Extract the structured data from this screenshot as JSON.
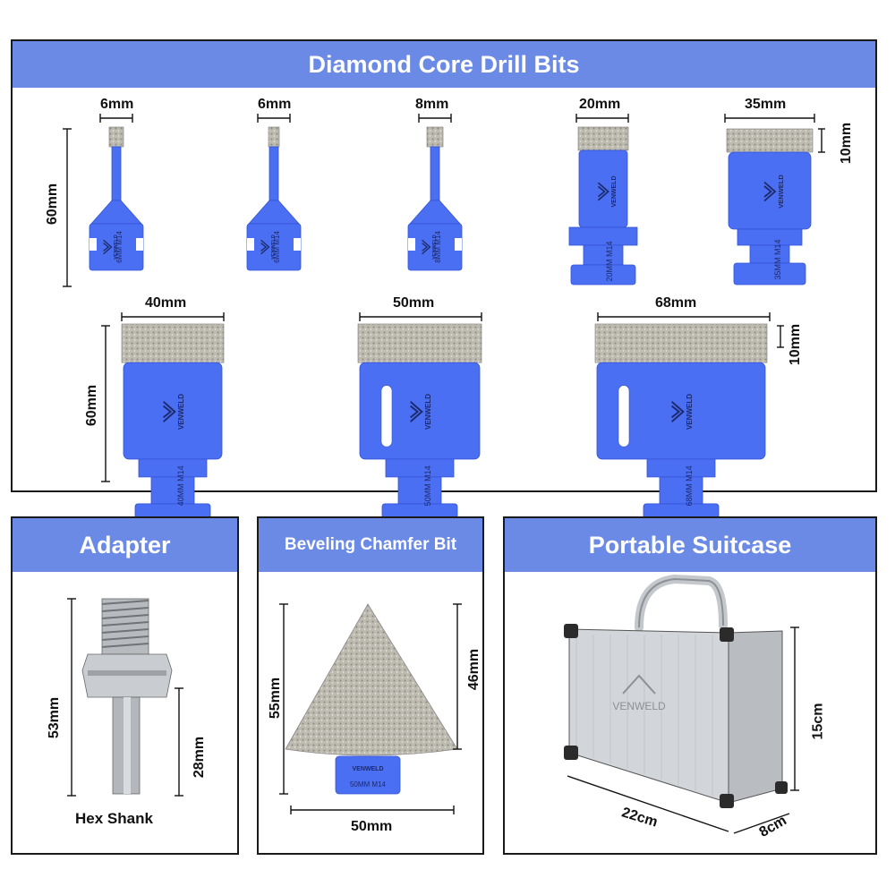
{
  "colors": {
    "band": "#6b8ae6",
    "bit_blue": "#4b6ff2",
    "bit_blue_dark": "#3352d6",
    "diamond": "#b9b7ad",
    "silver": "#cfd2d6"
  },
  "drill_panel": {
    "title": "Diamond Core Drill Bits",
    "row1": {
      "height_label": "60mm",
      "bits": [
        {
          "width": "6mm",
          "marking": "6MM M14"
        },
        {
          "width": "6mm",
          "marking": "6MM M14"
        },
        {
          "width": "8mm",
          "marking": "8MM M14"
        },
        {
          "width": "20mm",
          "marking": "20MM M14"
        },
        {
          "width": "35mm",
          "marking": "35MM M14"
        }
      ],
      "segment_label": "10mm"
    },
    "row2": {
      "height_label": "60mm",
      "bits": [
        {
          "width": "40mm",
          "marking": "40MM M14"
        },
        {
          "width": "50mm",
          "marking": "50MM M14"
        },
        {
          "width": "68mm",
          "marking": "68MM M14"
        }
      ],
      "segment_label": "10mm"
    },
    "brand": "VENWELD"
  },
  "adapter_panel": {
    "title": "Adapter",
    "total_label": "53mm",
    "shank_label": "28mm",
    "caption": "Hex Shank"
  },
  "chamfer_panel": {
    "title": "Beveling Chamfer Bit",
    "height_label": "55mm",
    "cone_label": "46mm",
    "width_label": "50mm",
    "marking": "50MM M14",
    "brand": "VENWELD"
  },
  "suitcase_panel": {
    "title": "Portable Suitcase",
    "height_label": "15cm",
    "length_label": "22cm",
    "depth_label": "8cm",
    "brand": "VENWELD"
  }
}
